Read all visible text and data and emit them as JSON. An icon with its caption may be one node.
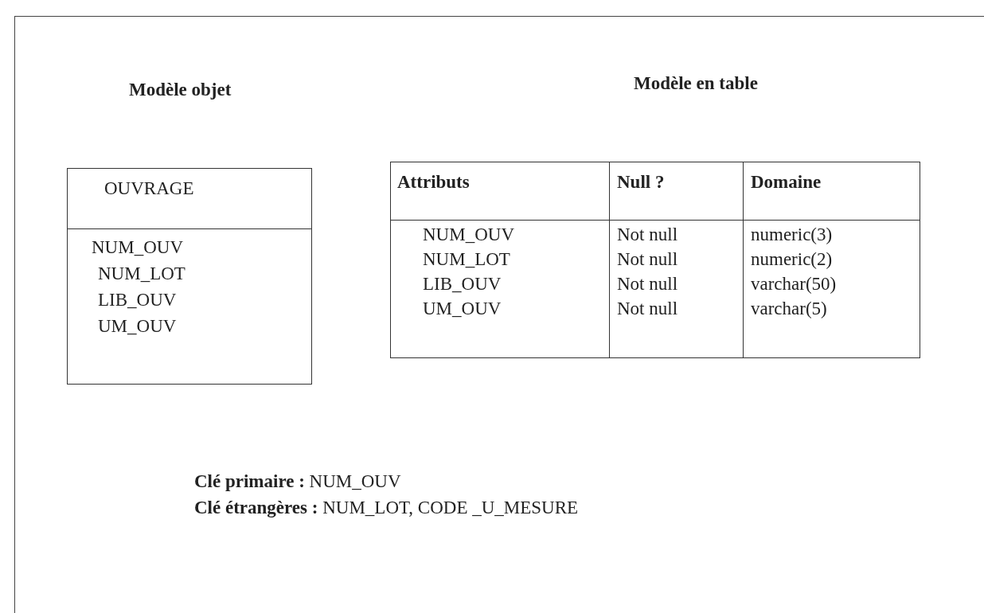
{
  "diagram": {
    "nodes": [
      {
        "text": [
          "OUVRAGE",
          "NUM_OUV",
          "NUM_LOT",
          "LIB_OUV",
          "UM_OUV"
        ]
      }
    ],
    "labels": [
      "Modèle objet",
      "Modèle en table",
      "Attributs",
      "Null ?",
      "Domaine",
      "NUM_OUV",
      "Not null",
      "numeric(3)",
      "NUM_LOT",
      "Not null",
      "numeric(2)",
      "LIB_OUV",
      "Not null",
      "varchar(50)",
      "UM_OUV",
      "Not null",
      "varchar(5)",
      "**Clé primaire :** NUM_OUV",
      "**Clé étrangères :** NUM_LOT, CODE _U_MESURE"
    ]
  }
}
